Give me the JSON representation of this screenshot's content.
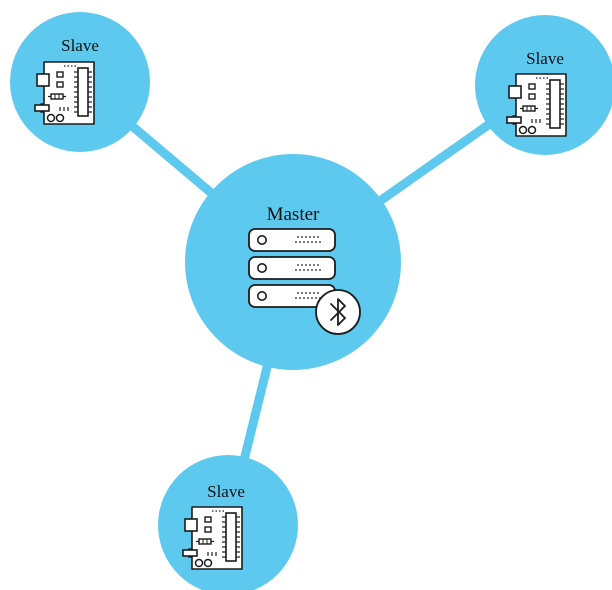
{
  "colors": {
    "node_fill": "#5ec9ef",
    "link": "#5ec9ef",
    "icon_stroke": "#1c1c1c",
    "icon_fill": "#ffffff"
  },
  "master": {
    "label": "Master",
    "icon": "server-rack-icon",
    "badge_icon": "bluetooth-icon"
  },
  "slaves": [
    {
      "label": "Slave",
      "icon": "circuit-board-icon"
    },
    {
      "label": "Slave",
      "icon": "circuit-board-icon"
    },
    {
      "label": "Slave",
      "icon": "circuit-board-icon"
    }
  ]
}
